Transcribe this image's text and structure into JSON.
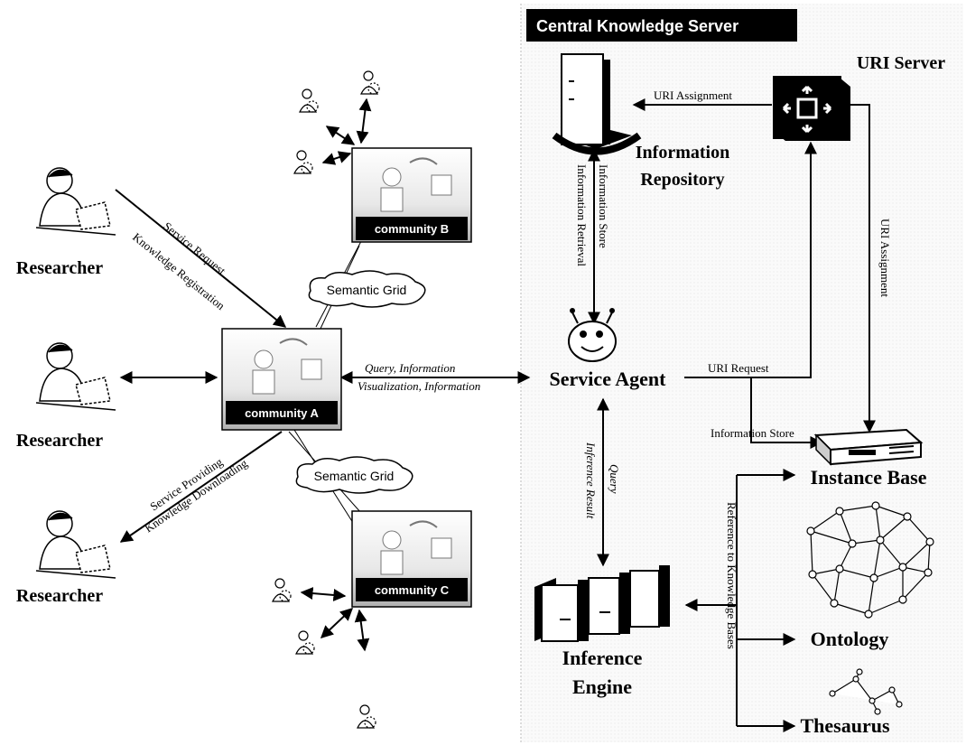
{
  "server": {
    "title": "Central Knowledge Server"
  },
  "nodes": {
    "uri_server": "URI Server",
    "information_repository": [
      "Information",
      "Repository"
    ],
    "service_agent": "Service Agent",
    "inference_engine": [
      "Inference",
      "Engine"
    ],
    "instance_base": "Instance Base",
    "ontology": "Ontology",
    "thesaurus": "Thesaurus",
    "researcher_1": "Researcher",
    "researcher_2": "Researcher",
    "researcher_3": "Researcher",
    "community_a": "community A",
    "community_b": "community B",
    "community_c": "community C",
    "semantic_grid_1": "Semantic Grid",
    "semantic_grid_2": "Semantic Grid"
  },
  "edges": {
    "uri_assignment_1": "URI Assignment",
    "uri_assignment_2": "URI Assignment",
    "information_store_1": "Information Store",
    "information_retrieval": "Information Retrieval",
    "uri_request": "URI Request",
    "information_store_2": "Information Store",
    "query_inference_1": "Query",
    "query_inference_2": "Inference Result",
    "reference_kb": "Reference to Knowledge Bases",
    "query_information": "Query, Information",
    "visualization_information": "Visualization, Information",
    "service_request": "Service Request",
    "knowledge_registration": "Knowledge Registration",
    "service_providing": "Service Providing",
    "knowledge_downloading": "Knowledge Downloading"
  },
  "colors": {
    "ink": "#000000",
    "title_bar": "#000000",
    "panel_texture": "#f2f2f2"
  }
}
